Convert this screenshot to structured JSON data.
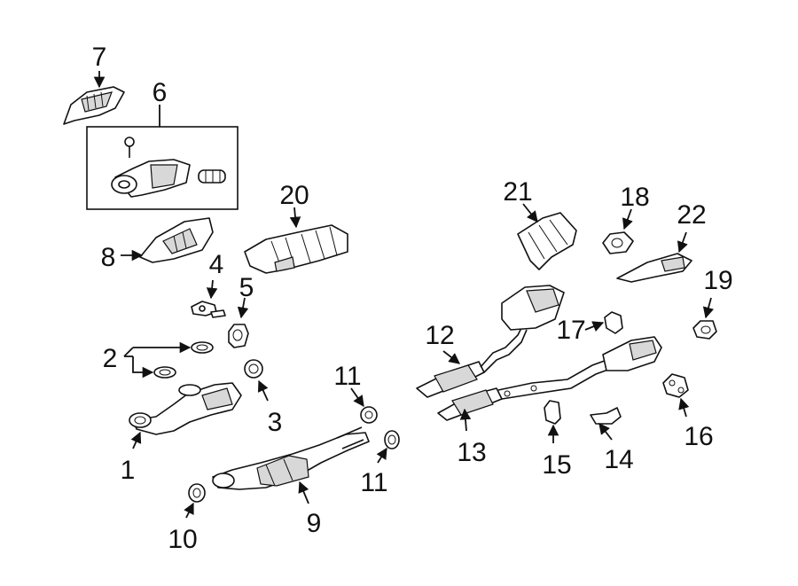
{
  "diagram": {
    "callouts": [
      "7",
      "6",
      "20",
      "21",
      "18",
      "22",
      "8",
      "4",
      "5",
      "2",
      "3",
      "11",
      "11",
      "1",
      "9",
      "10",
      "12",
      "13",
      "17",
      "19",
      "15",
      "14",
      "16"
    ]
  }
}
